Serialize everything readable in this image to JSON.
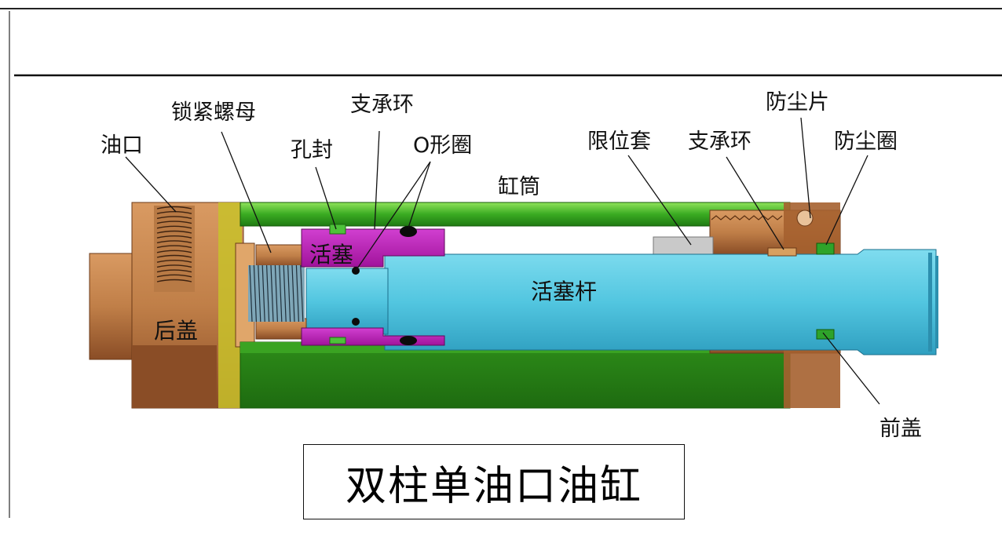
{
  "labels": {
    "oil_port": "油口",
    "lock_nut": "锁紧螺母",
    "hole_seal": "孔封",
    "support_ring_left": "支承环",
    "o_ring": "O形圈",
    "cylinder_barrel": "缸筒",
    "limit_sleeve": "限位套",
    "support_ring_right": "支承环",
    "dust_plate": "防尘片",
    "dust_ring": "防尘圈",
    "piston": "活塞",
    "piston_rod": "活塞杆",
    "rear_cover": "后盖",
    "front_cover": "前盖"
  },
  "title": "双柱单油口油缸",
  "colors": {
    "barrel": "#2e9e1c",
    "barrel_light": "#6ed33e",
    "cover": "#c98a55",
    "cover_dark": "#8a4d26",
    "piston": "#c41fbf",
    "rod": "#4fc6df",
    "seal": "#0b0b0b"
  }
}
